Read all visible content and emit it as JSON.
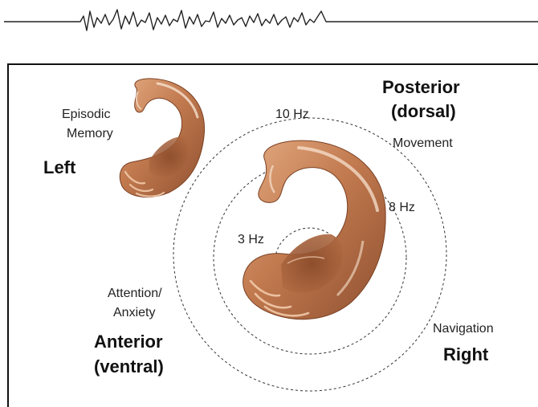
{
  "labels": {
    "posterior": "Posterior",
    "dorsal": "(dorsal)",
    "anterior": "Anterior",
    "ventral": "(ventral)",
    "left": "Left",
    "right": "Right",
    "episodic_1": "Episodic",
    "episodic_2": "Memory",
    "movement": "Movement",
    "navigation": "Navigation",
    "attention_1": "Attention/",
    "attention_2": "Anxiety",
    "hz10": "10 Hz",
    "hz8": "8 Hz",
    "hz3": "3 Hz"
  },
  "colors": {
    "tissue_dark": "#a8623a",
    "tissue_mid": "#c9855a",
    "tissue_light": "#e8b48e",
    "highlight": "#f7e2cf",
    "ring": "#333333",
    "frame": "#111111"
  }
}
